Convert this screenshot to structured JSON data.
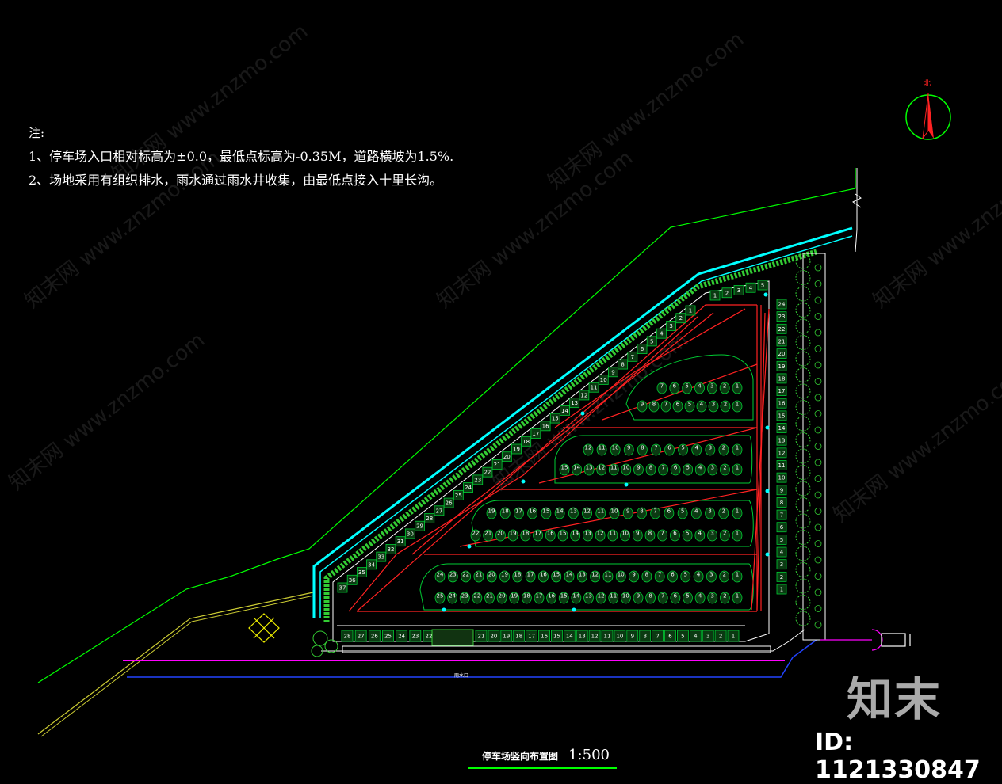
{
  "notes": {
    "heading": "注:",
    "line1": "1、停车场入口相对标高为±0.0，最低点标高为-0.35M，道路横坡为1.5%.",
    "line2": "2、场地采用有组织排水，雨水通过雨水井收集，由最低点接入十里长沟。"
  },
  "caption": {
    "title": "停车场竖向布置图",
    "scale": "1:500"
  },
  "north_label": "北",
  "outlet_label": "雨水口",
  "watermark": {
    "brand": "知末",
    "id": "ID: 1121330847",
    "diagonal_text": "知末网 www.znzmo.com"
  },
  "colors": {
    "background": "#000000",
    "boundary_line": "#00ff00",
    "road_line": "#cccc33",
    "channel": "#00ffff",
    "drainage": "#ff2222",
    "magenta": "#ff00ff",
    "blue": "#2244ff",
    "parking_stall": "#00cc33"
  },
  "stall_rows": [
    {
      "name": "row-a-top",
      "labels": [
        "7",
        "6",
        "5",
        "4",
        "3",
        "2",
        "1"
      ]
    },
    {
      "name": "row-a-bottom",
      "labels": [
        "9",
        "8",
        "7",
        "6",
        "5",
        "4",
        "3",
        "2",
        "1"
      ]
    },
    {
      "name": "row-b-top",
      "labels": [
        "12",
        "11",
        "10",
        "9",
        "8",
        "7",
        "6",
        "5",
        "4",
        "3",
        "2",
        "1"
      ]
    },
    {
      "name": "row-b-bottom",
      "labels": [
        "15",
        "14",
        "13",
        "12",
        "11",
        "10",
        "9",
        "8",
        "7",
        "6",
        "5",
        "4",
        "3",
        "2",
        "1"
      ]
    },
    {
      "name": "row-c-top",
      "labels": [
        "19",
        "18",
        "17",
        "16",
        "15",
        "14",
        "13",
        "12",
        "11",
        "10",
        "9",
        "8",
        "7",
        "6",
        "5",
        "4",
        "3",
        "2",
        "1"
      ]
    },
    {
      "name": "row-c-bottom",
      "labels": [
        "22",
        "21",
        "20",
        "19",
        "18",
        "17",
        "16",
        "15",
        "14",
        "13",
        "12",
        "11",
        "10",
        "9",
        "8",
        "7",
        "6",
        "5",
        "4",
        "3",
        "2",
        "1"
      ]
    },
    {
      "name": "row-d-top",
      "labels": [
        "24",
        "23",
        "22",
        "21",
        "20",
        "19",
        "18",
        "17",
        "16",
        "15",
        "14",
        "13",
        "12",
        "11",
        "10",
        "9",
        "8",
        "7",
        "6",
        "5",
        "4",
        "3",
        "2",
        "1"
      ]
    },
    {
      "name": "row-d-bottom",
      "labels": [
        "25",
        "24",
        "23",
        "22",
        "21",
        "20",
        "19",
        "18",
        "17",
        "16",
        "15",
        "14",
        "13",
        "12",
        "11",
        "10",
        "9",
        "8",
        "7",
        "6",
        "5",
        "4",
        "3",
        "2",
        "1"
      ]
    },
    {
      "name": "row-south",
      "labels": [
        "21",
        "20",
        "19",
        "18",
        "17",
        "16",
        "15",
        "14",
        "13",
        "12",
        "11",
        "10",
        "9",
        "8",
        "7",
        "6",
        "5",
        "4",
        "3",
        "2",
        "1"
      ]
    },
    {
      "name": "row-southwest",
      "labels": [
        "28",
        "27",
        "26",
        "25",
        "24",
        "23",
        "22"
      ]
    },
    {
      "name": "row-east",
      "labels": [
        "24",
        "23",
        "22",
        "21",
        "20",
        "19",
        "18",
        "17",
        "16",
        "15",
        "14",
        "13",
        "12",
        "11",
        "10",
        "9",
        "8",
        "7",
        "6",
        "5",
        "4",
        "3",
        "2",
        "1"
      ]
    },
    {
      "name": "row-west-diagonal",
      "labels": [
        "1",
        "2",
        "3",
        "4",
        "5",
        "6",
        "7",
        "8",
        "9",
        "10",
        "11",
        "12",
        "13",
        "14",
        "15",
        "16",
        "17",
        "18",
        "19",
        "20",
        "21",
        "22",
        "23",
        "24",
        "25",
        "26",
        "27",
        "28",
        "29",
        "30",
        "31",
        "32",
        "33",
        "34",
        "35",
        "36",
        "37"
      ]
    },
    {
      "name": "row-north",
      "labels": [
        "1",
        "2",
        "3",
        "4",
        "5"
      ]
    }
  ]
}
